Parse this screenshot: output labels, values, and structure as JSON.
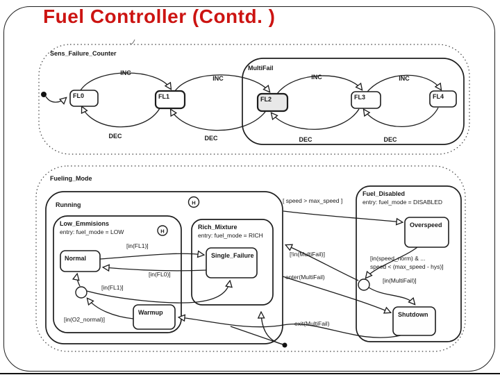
{
  "slide": {
    "title": "Fuel Controller (Contd. )"
  },
  "colors": {
    "title_red": "#cc1412",
    "line": "#1c1c1c"
  },
  "sens_chart": {
    "title": "Sens_Failure_Counter",
    "multifail": "MultiFail",
    "states": [
      "FL0",
      "FL1",
      "FL2",
      "FL3",
      "FL4"
    ],
    "inc": "INC",
    "dec": "DEC"
  },
  "fueling_chart": {
    "title": "Fueling_Mode",
    "history": "H",
    "running": "Running",
    "low_emmisions_name": "Low_Emmisions",
    "low_emmisions_entry": "entry: fuel_mode = LOW",
    "rich_mixture_name": "Rich_Mixture",
    "rich_mixture_entry": "entry: fuel_mode = RICH",
    "fuel_disabled_name": "Fuel_Disabled",
    "fuel_disabled_entry": "entry: fuel_mode = DISABLED",
    "normal": "Normal",
    "warmup": "Warmup",
    "single_failure": "Single_Failure",
    "overspeed": "Overspeed",
    "shutdown": "Shutdown",
    "t_in_fl1": "[in(FL1)]",
    "t_in_fl0": "[in(FL0)]",
    "t_in_fl1_junction": "[in(FL1)]",
    "t_in_o2_normal": "[in(O2_normal)]",
    "t_speed_gt_max": "[ speed > max_speed ]",
    "t_not_in_multifail": "[!in(MultiFail)]",
    "t_speed_norm_1": "[in(speed_norm) & ...",
    "t_speed_norm_2": "speed < (max_speed - hys)]",
    "t_in_multifail": "[in(MultiFail)]",
    "t_enter_multifail": "enter(MultiFail)",
    "t_exit_multifail": "exit(MultiFail)"
  }
}
